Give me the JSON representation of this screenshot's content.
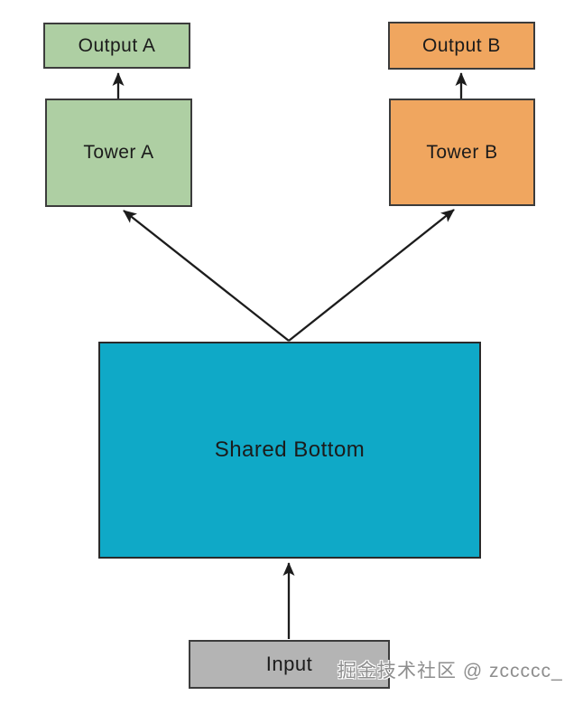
{
  "diagram": {
    "type": "flowchart",
    "description": "Shared-Bottom multi-task model architecture",
    "nodes": [
      {
        "id": "output-a",
        "label": "Output A",
        "fill": "#aecfa3",
        "border": "#3c3c3c"
      },
      {
        "id": "output-b",
        "label": "Output B",
        "fill": "#f0a65f",
        "border": "#3c3c3c"
      },
      {
        "id": "tower-a",
        "label": "Tower A",
        "fill": "#aecfa3",
        "border": "#3c3c3c"
      },
      {
        "id": "tower-b",
        "label": "Tower B",
        "fill": "#f0a65f",
        "border": "#3c3c3c"
      },
      {
        "id": "shared-bottom",
        "label": "Shared Bottom",
        "fill": "#0fa9c7",
        "border": "#2a2a2a"
      },
      {
        "id": "input",
        "label": "Input",
        "fill": "#b4b4b4",
        "border": "#3c3c3c"
      }
    ],
    "edges": [
      {
        "from": "tower-a",
        "to": "output-a"
      },
      {
        "from": "tower-b",
        "to": "output-b"
      },
      {
        "from": "shared-bottom",
        "to": "tower-a"
      },
      {
        "from": "shared-bottom",
        "to": "tower-b"
      },
      {
        "from": "input",
        "to": "shared-bottom"
      }
    ],
    "arrow_color": "#1c1c1c"
  },
  "watermark": {
    "text": "掘金技术社区 @ zccccc_",
    "color": "#8e8e8e"
  }
}
